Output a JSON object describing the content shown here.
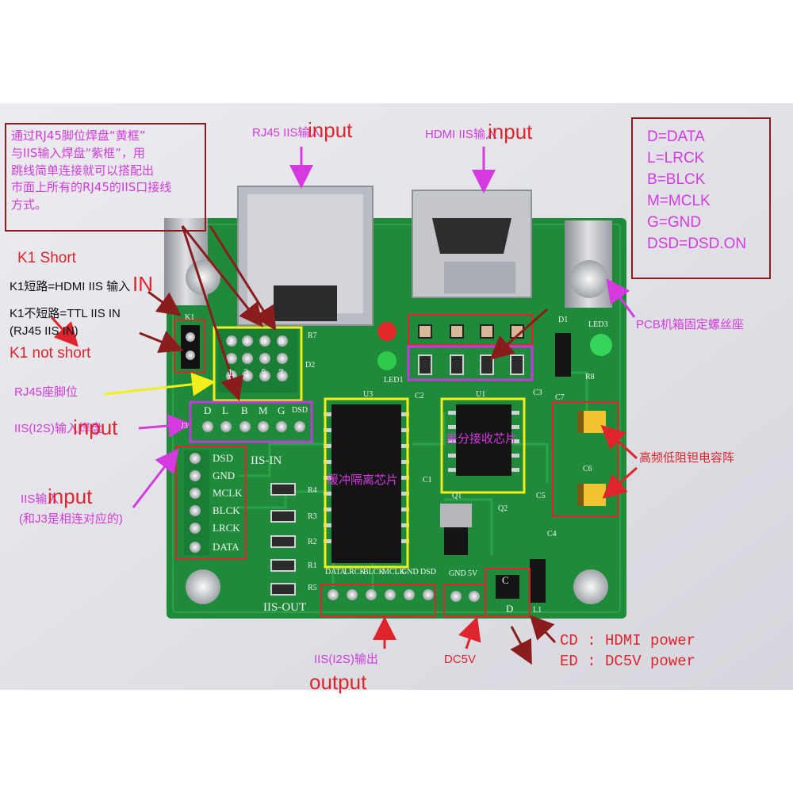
{
  "annotations": {
    "note_block": [
      "通过RJ45脚位焊盘“黄框”",
      "与IIS输入焊盘“紫框”，用",
      "跳线简单连接就可以搭配出",
      "市面上所有的RJ45的IIS口接线",
      "方式。"
    ],
    "legend": [
      "D=DATA",
      "L=LRCK",
      "B=BLCK",
      "M=MCLK",
      "G=GND",
      "DSD=DSD.ON"
    ],
    "rj45_label": "RJ45 IIS输入",
    "rj45_input": "input",
    "hdmi_label": "HDMI IIS输入",
    "hdmi_input": "input",
    "k1_short": "K1 Short",
    "k1_line1": "K1短路=HDMI IIS 输入",
    "k1_in": "IN",
    "k1_line2": "K1不短路=TTL IIS IN",
    "k1_line3": "(RJ45 IIS IN)",
    "k1_not_short": "K1 not short",
    "rj45_pins": "RJ45座脚位",
    "iis_i2s_pad": "IIS(I2S)输入焊盘",
    "iis_i2s_input": "input",
    "iis_in_label": "IIS输入",
    "iis_in_input": "input",
    "iis_in_note": "(和J3是相连对应的)",
    "pcb_mount": "PCB机箱固定螺丝座",
    "isolation_chip": "缓冲隔离芯片",
    "diff_chip": "差分接收芯片",
    "tantalum": "高频低阻钽电容阵",
    "iis_out": "IIS(I2S)输出",
    "output": "output",
    "dc5v": "DC5V",
    "cd_power": "CD : HDMI power",
    "ed_power": "ED : DC5V power"
  },
  "silkscreen": {
    "iis_in": "IIS-IN",
    "iis_out": "IIS-OUT",
    "in_pins": [
      "DSD",
      "GND",
      "MCLK",
      "BLCK",
      "LRCK",
      "DATA"
    ],
    "j3_pins": [
      "D",
      "L",
      "B",
      "M",
      "G",
      "DSD"
    ],
    "out_pins": [
      "DATA",
      "LRCK",
      "BLCK",
      "MCLK",
      "GND",
      "DSD"
    ],
    "power_pins": [
      "GND",
      "5V"
    ],
    "rj_grid": [
      "2",
      "4",
      "6",
      "8",
      "3",
      "5",
      "7",
      "1"
    ],
    "refs": [
      "U3",
      "U1",
      "C1",
      "C2",
      "C3",
      "C4",
      "C5",
      "C6",
      "C7",
      "R1",
      "R2",
      "R3",
      "R4",
      "R5",
      "R7",
      "R8",
      "D1",
      "D2",
      "LED1",
      "LED3",
      "Q1",
      "Q2",
      "L1",
      "K1",
      "J3"
    ],
    "cd_c": "C",
    "cd_d": "D"
  },
  "colors": {
    "pcb_green": "#1f8a3a",
    "annotation_magenta": "#d43adf",
    "annotation_red": "#e0242c",
    "yellow_box": "#f2ef1c",
    "purple_box": "#c33be0",
    "red_box": "#e0242c",
    "dark_box": "#8a1c1c"
  }
}
